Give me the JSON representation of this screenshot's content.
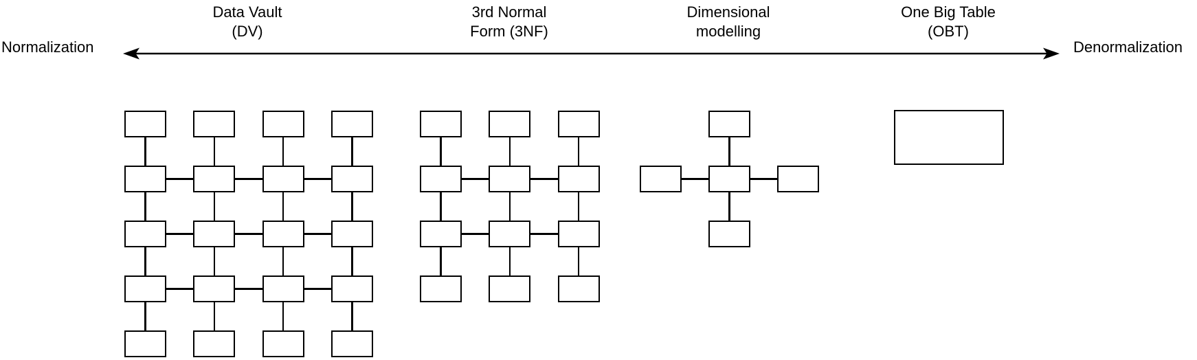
{
  "colors": {
    "stroke": "#000000",
    "background": "#ffffff"
  },
  "spectrum_axis": {
    "left_label": "Normalization",
    "right_label": "Denormalization",
    "arrow": "double-headed"
  },
  "approaches": [
    {
      "id": "data-vault",
      "title_lines": [
        "Data Vault",
        "(DV)"
      ],
      "schema_type": "grid",
      "cols": 4,
      "rows": 5,
      "node_count": 20,
      "horizontally_linked_rows": [
        2,
        3,
        4
      ]
    },
    {
      "id": "third-normal-form",
      "title_lines": [
        "3rd Normal",
        "Form (3NF)"
      ],
      "schema_type": "grid",
      "cols": 3,
      "rows": 4,
      "node_count": 12,
      "horizontally_linked_rows": [
        2,
        3
      ]
    },
    {
      "id": "dimensional-modelling",
      "title_lines": [
        "Dimensional",
        "modelling"
      ],
      "schema_type": "star",
      "node_count": 5,
      "satellites": 4
    },
    {
      "id": "one-big-table",
      "title_lines": [
        "One Big Table",
        "(OBT)"
      ],
      "schema_type": "single",
      "node_count": 1
    }
  ]
}
